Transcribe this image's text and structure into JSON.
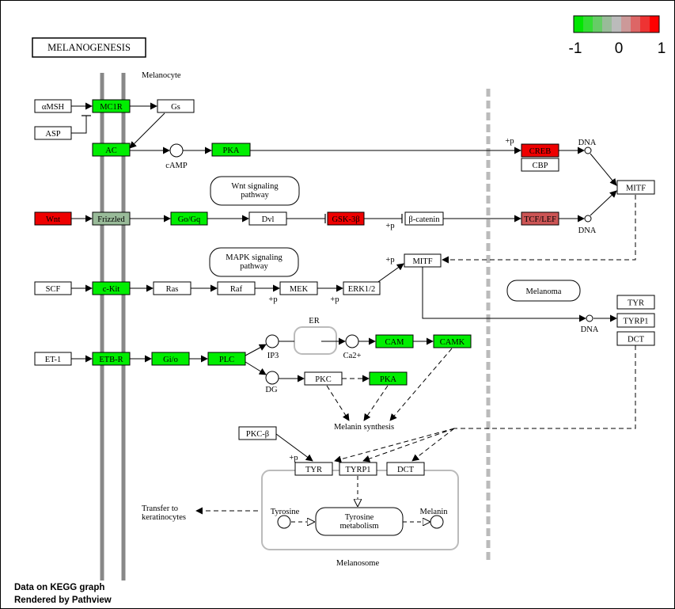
{
  "title": "MELANOGENESIS",
  "legend": {
    "ticks": [
      "-1",
      "0",
      "1"
    ],
    "colors": [
      "#00e600",
      "#33dd33",
      "#66cc66",
      "#99bb99",
      "#bbbbbb",
      "#cc9999",
      "#dd6666",
      "#ee3333",
      "#ff0000"
    ]
  },
  "labels": {
    "melanocyte": "Melanocyte",
    "melanoma": "Melanoma",
    "melanosome": "Melanosome",
    "er": "ER",
    "wnt_pathway": "Wnt signaling\npathway",
    "mapk_pathway": "MAPK signaling\npathway",
    "melanin_synthesis": "Melanin synthesis",
    "transfer": "Transfer to\nkeratinocytes",
    "tyrosine_metabolism": "Tyrosine\nmetabolism",
    "tyrosine": "Tyrosine",
    "melanin": "Melanin",
    "camp": "cAMP",
    "ip3": "IP3",
    "dg": "DG",
    "ca": "Ca2+",
    "dna1": "DNA",
    "dna2": "DNA",
    "dna3": "DNA",
    "p_creb": "+p",
    "p_bcat": "+p",
    "p_mitf": "+p",
    "p_mek": "+p",
    "p_erk": "+p",
    "p_tyr": "+p"
  },
  "genes": {
    "amsh": {
      "label": "αMSH",
      "color": "#ffffff"
    },
    "asp": {
      "label": "ASP",
      "color": "#ffffff"
    },
    "mc1r": {
      "label": "MC1R",
      "color": "#00ee00"
    },
    "gs": {
      "label": "Gs",
      "color": "#ffffff"
    },
    "ac": {
      "label": "AC",
      "color": "#00ee00"
    },
    "pka1": {
      "label": "PKA",
      "color": "#00ee00"
    },
    "creb": {
      "label": "CREB",
      "color": "#ee0000"
    },
    "cbp": {
      "label": "CBP",
      "color": "#ffffff"
    },
    "mitf1": {
      "label": "MITF",
      "color": "#ffffff"
    },
    "wnt": {
      "label": "Wnt",
      "color": "#ee0000"
    },
    "frizzled": {
      "label": "Frizzled",
      "color": "#99bb99"
    },
    "gogq": {
      "label": "Go/Gq",
      "color": "#00ee00"
    },
    "dvl": {
      "label": "Dvl",
      "color": "#ffffff"
    },
    "gsk3b": {
      "label": "GSK-3β",
      "color": "#ee0000"
    },
    "bcat": {
      "label": "β-catenin",
      "color": "#ffffff"
    },
    "tcflef": {
      "label": "TCF/LEF",
      "color": "#cc5555"
    },
    "mitf2": {
      "label": "MITF",
      "color": "#ffffff"
    },
    "scf": {
      "label": "SCF",
      "color": "#ffffff"
    },
    "ckit": {
      "label": "c-Kit",
      "color": "#00ee00"
    },
    "ras": {
      "label": "Ras",
      "color": "#ffffff"
    },
    "raf": {
      "label": "Raf",
      "color": "#ffffff"
    },
    "mek": {
      "label": "MEK",
      "color": "#ffffff"
    },
    "erk": {
      "label": "ERK1/2",
      "color": "#ffffff"
    },
    "tyr1": {
      "label": "TYR",
      "color": "#ffffff"
    },
    "tyrp1a": {
      "label": "TYRP1",
      "color": "#ffffff"
    },
    "dct1": {
      "label": "DCT",
      "color": "#ffffff"
    },
    "et1": {
      "label": "ET-1",
      "color": "#ffffff"
    },
    "etbr": {
      "label": "ETB-R",
      "color": "#00ee00"
    },
    "gio": {
      "label": "Gi/o",
      "color": "#00ee00"
    },
    "plc": {
      "label": "PLC",
      "color": "#00ee00"
    },
    "cam": {
      "label": "CAM",
      "color": "#00ee00"
    },
    "camk": {
      "label": "CAMK",
      "color": "#00ee00"
    },
    "pkc": {
      "label": "PKC",
      "color": "#ffffff"
    },
    "pka2": {
      "label": "PKA",
      "color": "#00ee00"
    },
    "pkcb": {
      "label": "PKC-β",
      "color": "#ffffff"
    },
    "tyr2": {
      "label": "TYR",
      "color": "#ffffff"
    },
    "tyrp1b": {
      "label": "TYRP1",
      "color": "#ffffff"
    },
    "dct2": {
      "label": "DCT",
      "color": "#ffffff"
    }
  },
  "footer": {
    "line1": "Data on KEGG graph",
    "line2": "Rendered by Pathview"
  }
}
